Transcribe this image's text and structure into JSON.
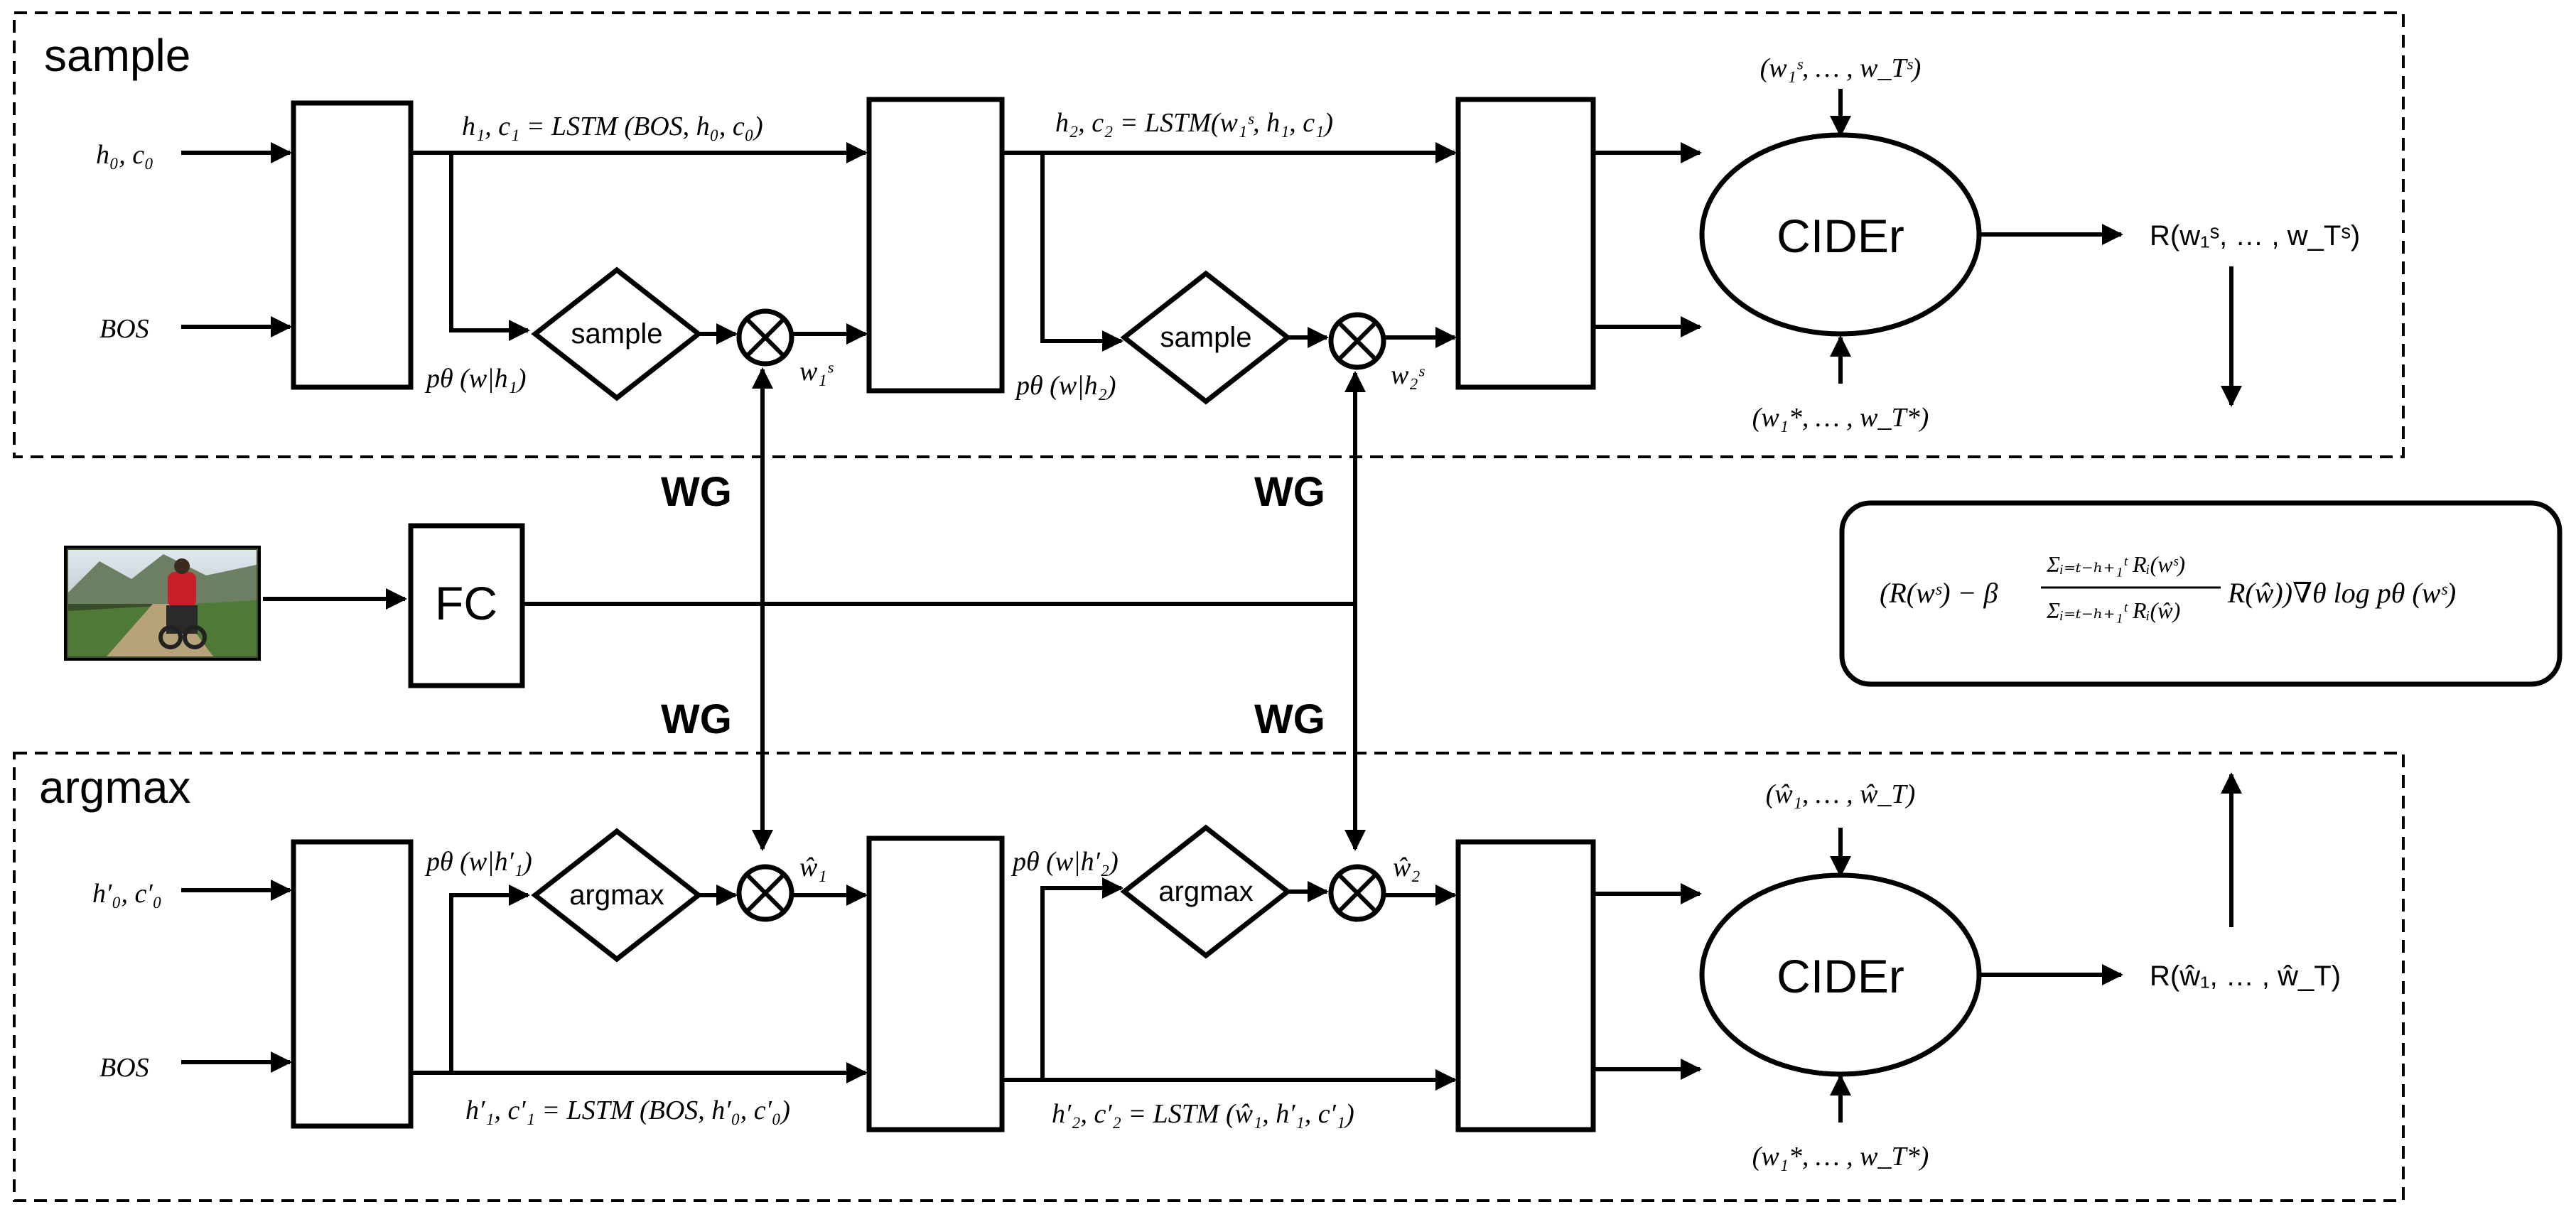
{
  "sections": {
    "sample_title": "sample",
    "argmax_title": "argmax"
  },
  "top": {
    "input_state": "h₀, c₀",
    "input_bos": "BOS",
    "lstm1_label": "h₁, c₁ = LSTM (BOS, h₀, c₀)",
    "lstm2_label": "h₂, c₂ = LSTM(w₁ˢ, h₁, c₁)",
    "prob1": "pθ (w|h₁)",
    "prob2": "pθ (w|h₂)",
    "sample_op_1": "sample",
    "sample_op_2": "sample",
    "word1": "w₁ˢ",
    "word2": "w₂ˢ",
    "cider_label": "CIDEr",
    "cider_in_top": "(w₁ˢ, … , w_Tˢ)",
    "cider_in_bottom": "(w₁*, … , w_T*)",
    "reward": "R(w₁ˢ, … , w_Tˢ)"
  },
  "middle": {
    "wg_labels": [
      "WG",
      "WG",
      "WG",
      "WG"
    ],
    "fc_label": "FC",
    "formula_lead": "(R(wˢ) − β",
    "formula_num": "Σᵢ₌ₜ₋ₕ₊₁ᵗ Rᵢ(wˢ)",
    "formula_den": "Σᵢ₌ₜ₋ₕ₊₁ᵗ Rᵢ(ŵ)",
    "formula_tail": "R(ŵ))∇θ log pθ (wˢ)"
  },
  "bottom": {
    "input_state": "h′₀, c′₀",
    "input_bos": "BOS",
    "lstm1_label": "h′₁, c′₁  = LSTM (BOS, h′₀, c′₀)",
    "lstm2_label": "h′₂, c′₂ = LSTM (ŵ₁, h′₁, c′₁)",
    "prob1": "pθ (w|h′₁)",
    "prob2": "pθ (w|h′₂)",
    "argmax_op_1": "argmax",
    "argmax_op_2": "argmax",
    "word1": "ŵ₁",
    "word2": "ŵ₂",
    "cider_label": "CIDEr",
    "cider_in_top": "(ŵ₁, … , ŵ_T)",
    "cider_in_bottom": "(w₁*, … , w_T*)",
    "reward": "R(ŵ₁, … , ŵ_T)"
  },
  "colors": {
    "stroke": "#000000",
    "background": "#ffffff"
  }
}
